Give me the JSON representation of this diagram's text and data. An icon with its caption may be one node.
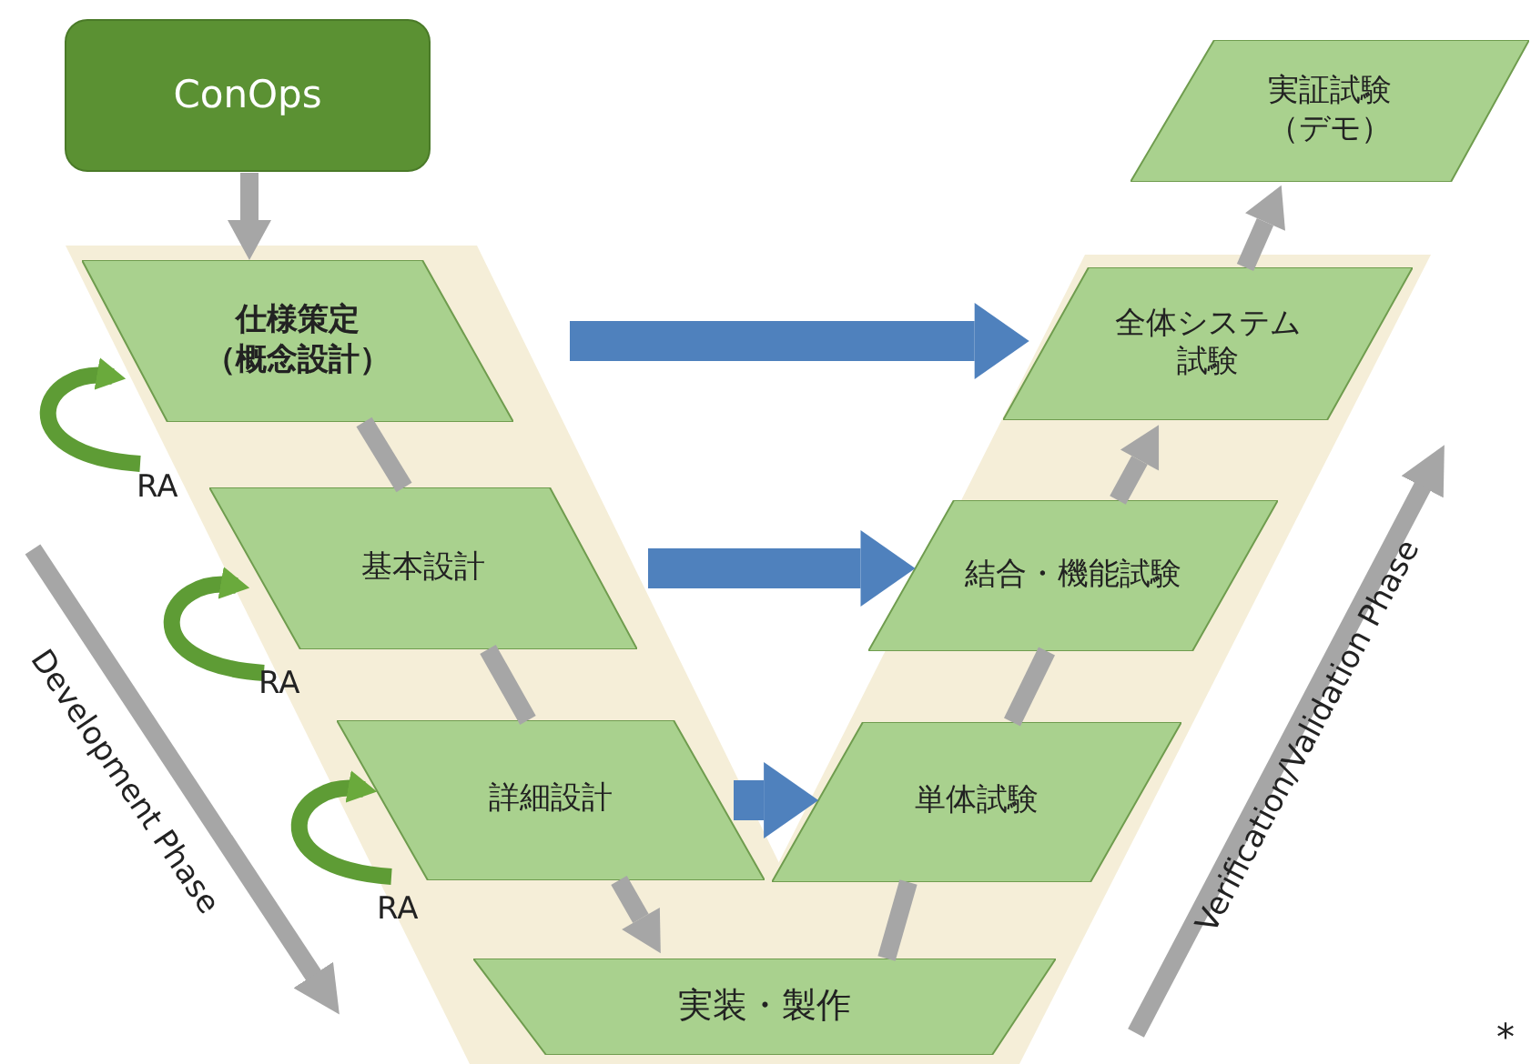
{
  "diagram": {
    "nodes": [
      {
        "text": [
          "ConOps"
        ]
      },
      {
        "text": [
          "仕様策定（概念設計）"
        ]
      },
      {
        "text": [
          "基本設計"
        ]
      },
      {
        "text": [
          "詳細設計"
        ]
      },
      {
        "text": [
          "実装・製作"
        ]
      },
      {
        "text": [
          "単体試験"
        ]
      },
      {
        "text": [
          "結合・機能試験"
        ]
      },
      {
        "text": [
          "全体システム試験"
        ]
      },
      {
        "text": [
          "実証試験（デモ）"
        ]
      }
    ],
    "edges": [
      {
        "from": 0,
        "to": 1,
        "arrow": "to"
      },
      {
        "from": 1,
        "to": 2,
        "arrow": "none"
      },
      {
        "from": 2,
        "to": 3,
        "arrow": "none"
      },
      {
        "from": 3,
        "to": 4,
        "arrow": "to"
      },
      {
        "from": 4,
        "to": 5,
        "arrow": "none"
      },
      {
        "from": 5,
        "to": 6,
        "arrow": "none"
      },
      {
        "from": 6,
        "to": 7,
        "arrow": "to"
      },
      {
        "from": 7,
        "to": 8,
        "arrow": "to"
      },
      {
        "from": 1,
        "to": 7,
        "arrow": "to",
        "style": "thick",
        "color": "#4f81bd"
      },
      {
        "from": 2,
        "to": 6,
        "arrow": "to",
        "style": "thick",
        "color": "#4f81bd"
      },
      {
        "from": 3,
        "to": 5,
        "arrow": "to",
        "style": "thick",
        "color": "#4f81bd"
      }
    ],
    "labels": [
      "RA",
      "RA",
      "RA",
      "Development Phase",
      "Verification/Validation Phase",
      "*"
    ]
  }
}
